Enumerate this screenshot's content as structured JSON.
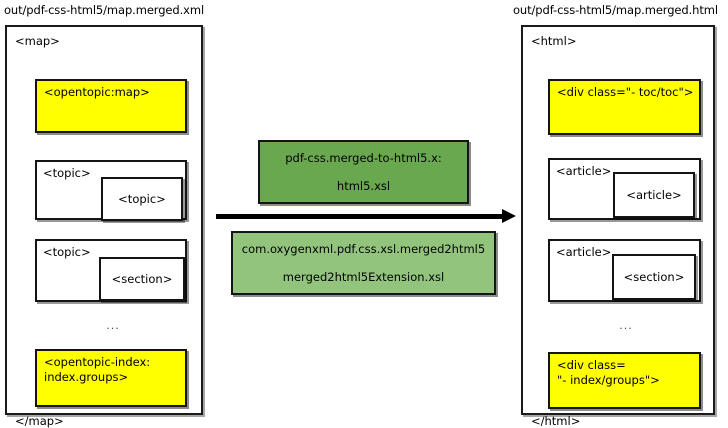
{
  "diagram": {
    "type": "transformation-pipeline",
    "direction": "left-to-right",
    "source": {
      "caption": "out/pdf-css-html5/map.merged.xml",
      "root_open_tag": "<map>",
      "root_close_tag": "</map>",
      "blocks": [
        {
          "kind": "yellow",
          "label": "<opentopic:map>"
        },
        {
          "kind": "nested",
          "outer_label": "<topic>",
          "inner_label": "<topic>"
        },
        {
          "kind": "nested",
          "outer_label": "<topic>",
          "inner_label": "<section>"
        },
        {
          "kind": "ellipsis",
          "label": "..."
        },
        {
          "kind": "yellow",
          "label": "<opentopic-index:\nindex.groups>"
        }
      ]
    },
    "target": {
      "caption": "out/pdf-css-html5/map.merged.html",
      "root_open_tag": "<html>",
      "root_close_tag": "</html>",
      "blocks": [
        {
          "kind": "yellow",
          "label": "<div class=\"- toc/toc\">"
        },
        {
          "kind": "nested",
          "outer_label": "<article>",
          "inner_label": "<article>"
        },
        {
          "kind": "nested",
          "outer_label": "<article>",
          "inner_label": "<section>"
        },
        {
          "kind": "ellipsis",
          "label": "..."
        },
        {
          "kind": "yellow",
          "label": "<div class=\n\"- index/groups\">"
        }
      ]
    },
    "transforms": [
      {
        "id": "primary-stylesheet",
        "line1": "pdf-css.merged-to-html5.x:",
        "line2": "html5.xsl",
        "color": "#6aa84f"
      },
      {
        "id": "extension-stylesheet",
        "line1": "com.oxygenxml.pdf.css.xsl.merged2html5",
        "line2": "merged2html5Extension.xsl",
        "color": "#93c47d"
      }
    ],
    "colors": {
      "highlight": "#ffff00",
      "stroke": "#141414",
      "transform_primary": "#6aa84f",
      "transform_extension": "#93c47d",
      "background": "#ffffff",
      "arrow": "#000000"
    }
  }
}
